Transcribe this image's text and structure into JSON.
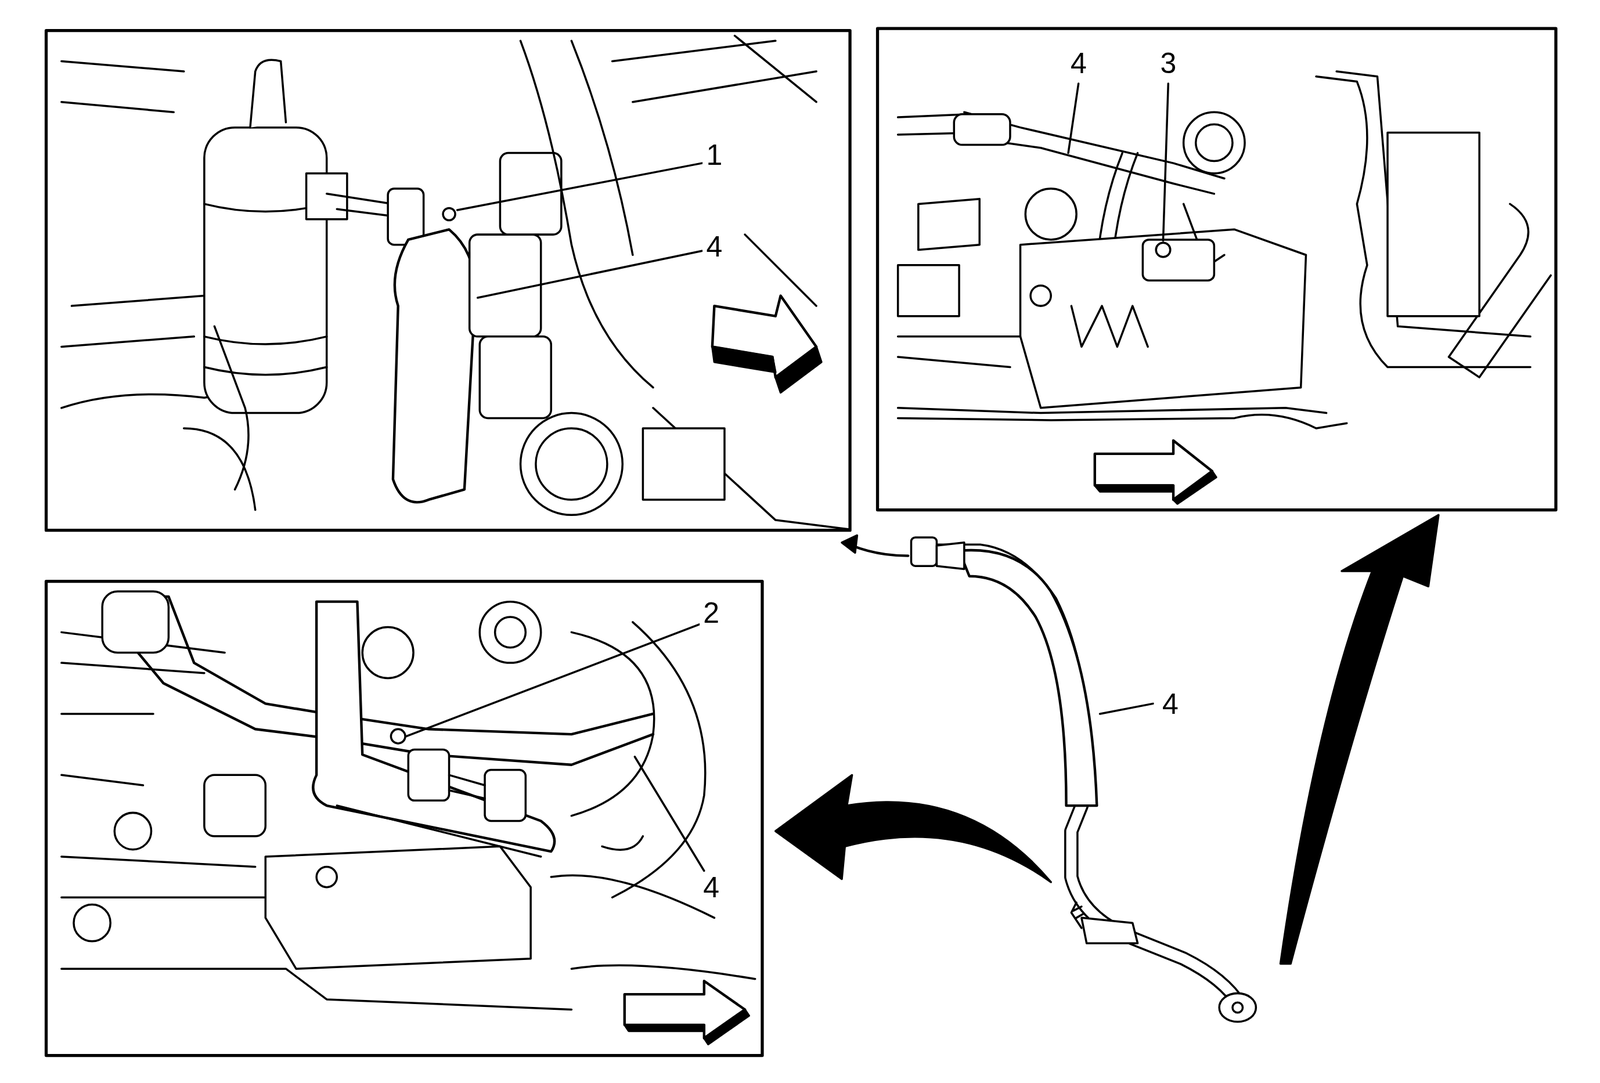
{
  "diagram": {
    "labels": [
      "1",
      "4",
      "4",
      "3",
      "2",
      "4",
      "4"
    ]
  }
}
